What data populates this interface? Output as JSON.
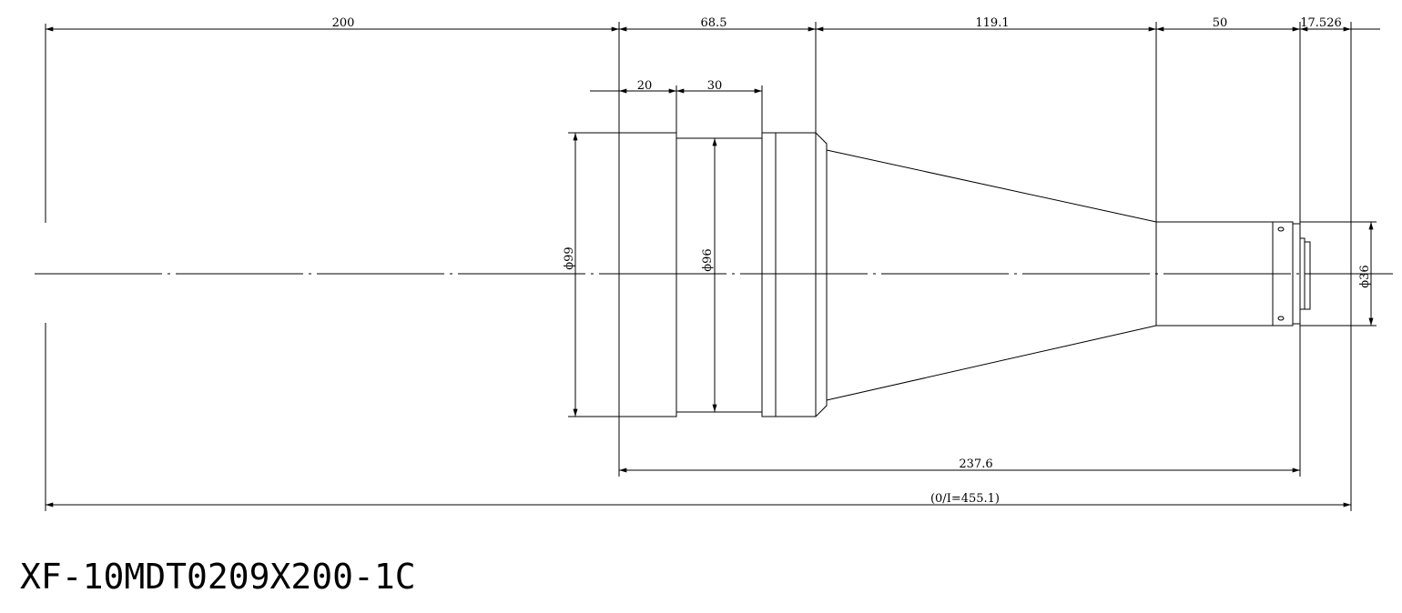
{
  "dimensions": {
    "object_distance": "200",
    "front_section": "68.5",
    "cone_section": "119.1",
    "rear_tube": "50",
    "back_focus": "17.526",
    "front_barrel": "20",
    "mid_barrel": "30",
    "front_diameter": "ϕ99",
    "mid_diameter": "ϕ96",
    "rear_diameter": "ϕ36",
    "lens_length": "237.6",
    "total_length": "(0/I=455.1)"
  },
  "model": "XF-10MDT0209X200-1C"
}
